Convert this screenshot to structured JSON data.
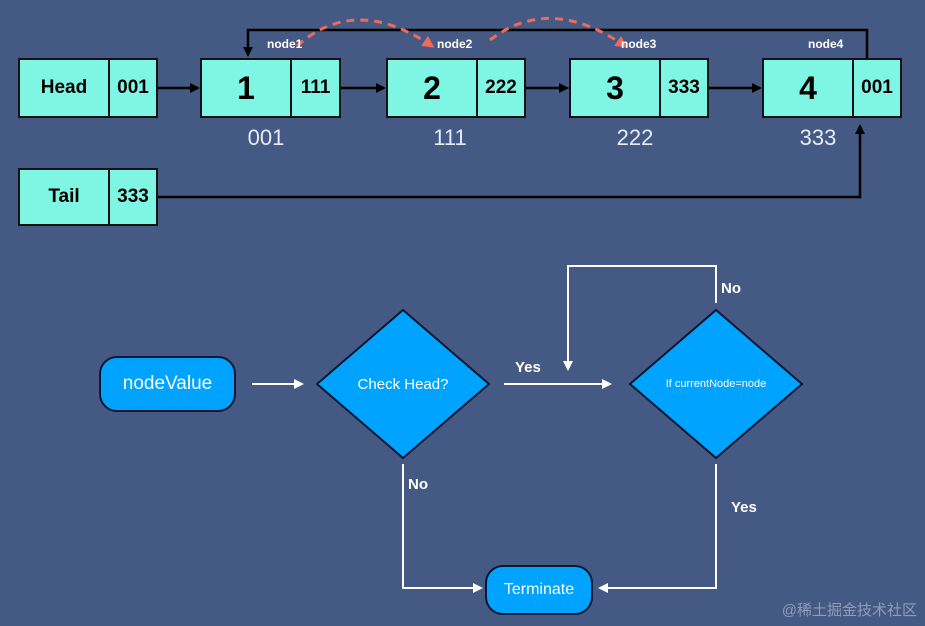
{
  "linked_list": {
    "head": {
      "label": "Head",
      "pointer": "001"
    },
    "tail": {
      "label": "Tail",
      "pointer": "333"
    },
    "nodes": [
      {
        "name": "node1",
        "value": "1",
        "next": "111",
        "address": "001"
      },
      {
        "name": "node2",
        "value": "2",
        "next": "222",
        "address": "111"
      },
      {
        "name": "node3",
        "value": "3",
        "next": "333",
        "address": "222"
      },
      {
        "name": "node4",
        "value": "4",
        "next": "001",
        "address": "333"
      }
    ]
  },
  "flowchart": {
    "start": "nodeValue",
    "decision1": "Check Head?",
    "decision2": "If currentNode=node",
    "end": "Terminate",
    "yes_label": "Yes",
    "no_label": "No"
  },
  "watermark": "@稀土掘金技术社区",
  "colors": {
    "background": "#445a84",
    "node_fill": "#7ff5e3",
    "flow_fill": "#00a3ff",
    "traversal_arrow": "#f06a5a"
  }
}
